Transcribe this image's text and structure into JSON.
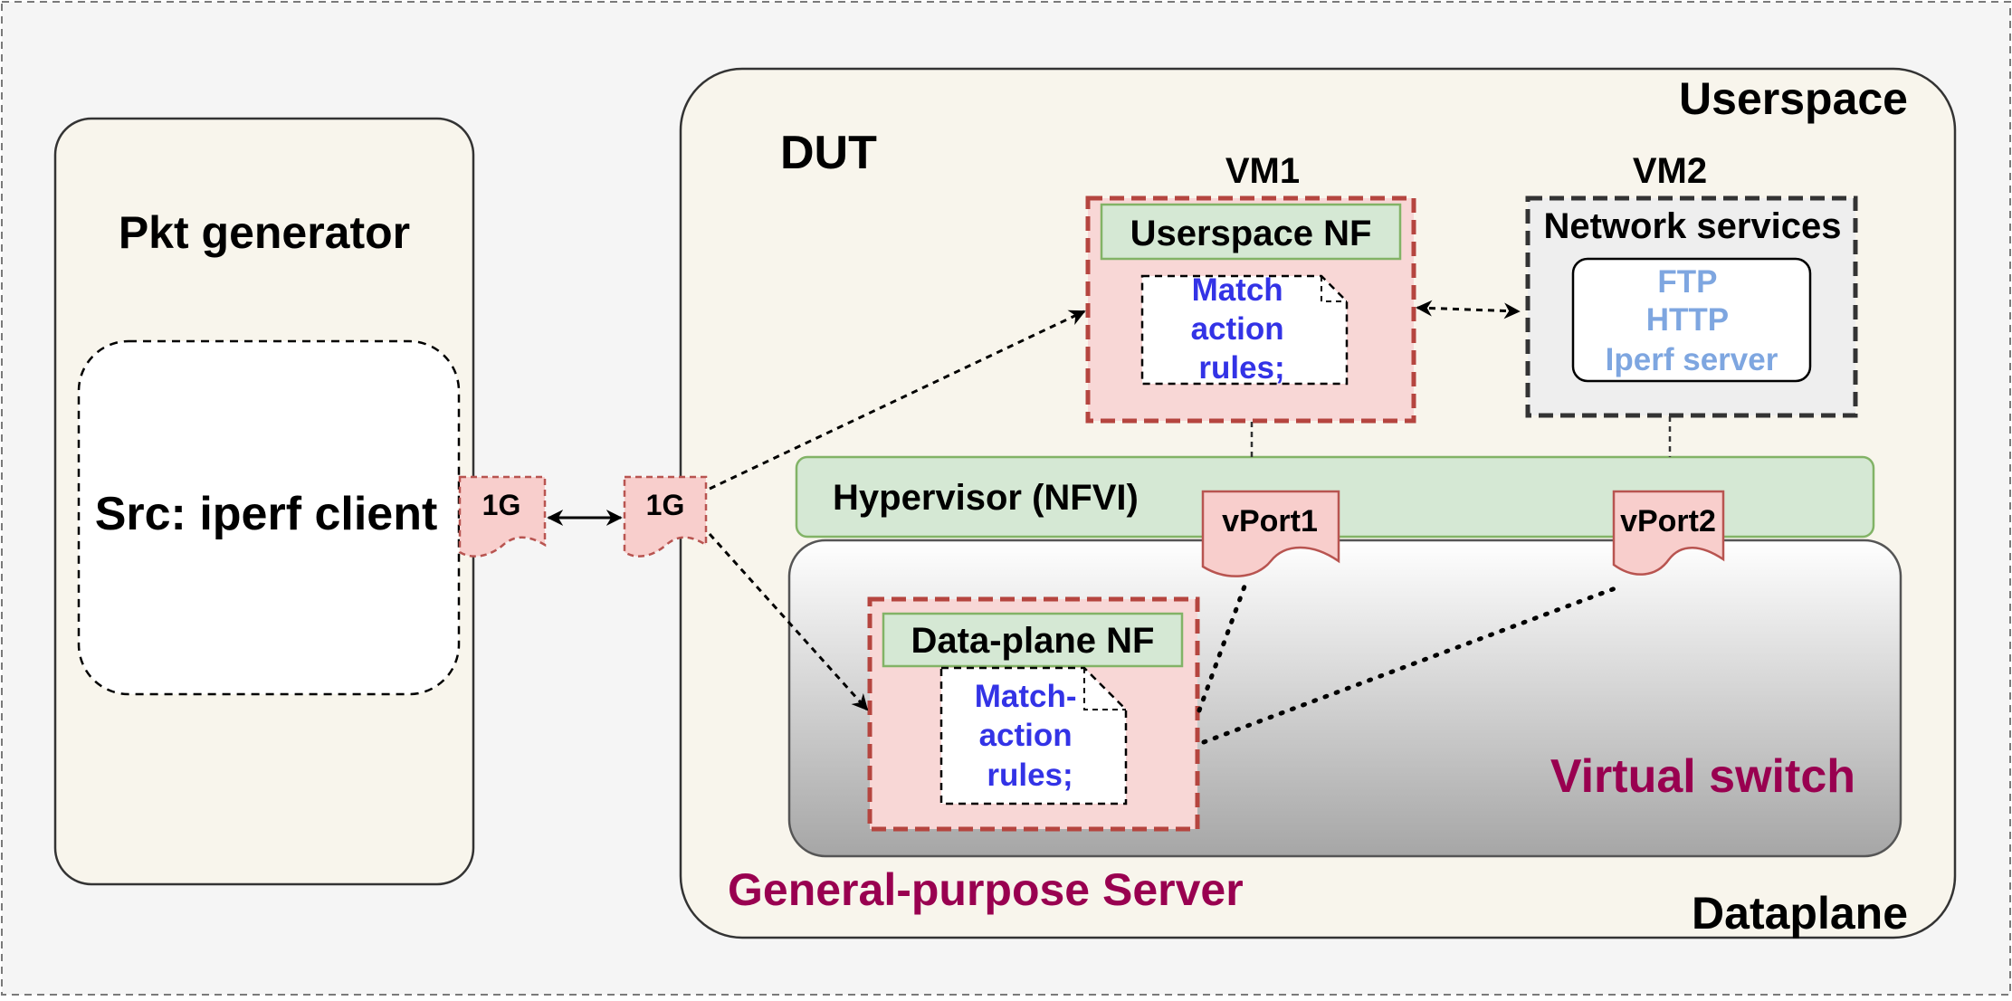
{
  "pkt_generator": {
    "title": "Pkt generator",
    "src_label": "Src: iperf client",
    "port_label": "1G"
  },
  "dut": {
    "title": "DUT",
    "userspace_label": "Userspace",
    "dataplane_label": "Dataplane",
    "server_label": "General-purpose Server",
    "port_label": "1G",
    "vm1": {
      "title": "VM1",
      "nf_label": "Userspace NF",
      "rules_lines": [
        "Match",
        "action",
        "rules;"
      ]
    },
    "vm2": {
      "title": "VM2",
      "services_label": "Network services",
      "services": [
        "FTP",
        "HTTP",
        "Iperf server"
      ]
    },
    "hypervisor_label": "Hypervisor (NFVI)",
    "vport1_label": "vPort1",
    "vport2_label": "vPort2",
    "virtual_switch_label": "Virtual switch",
    "dataplane_nf": {
      "nf_label": "Data-plane NF",
      "rules_lines": [
        "Match-",
        "action",
        "rules;"
      ]
    }
  },
  "colors": {
    "page_bg": "#f5f5f5",
    "box_cream": "#f8f5ec",
    "nf_pink": "#f8d7d6",
    "nf_border": "#b5453f",
    "label_green": "#d5e8d4",
    "label_green_border": "#82b366",
    "rules_blue": "#3333e6",
    "services_blue": "#7ea6e0",
    "server_maroon": "#990050",
    "port_pink": "#f8cecc",
    "port_border": "#b85450"
  }
}
